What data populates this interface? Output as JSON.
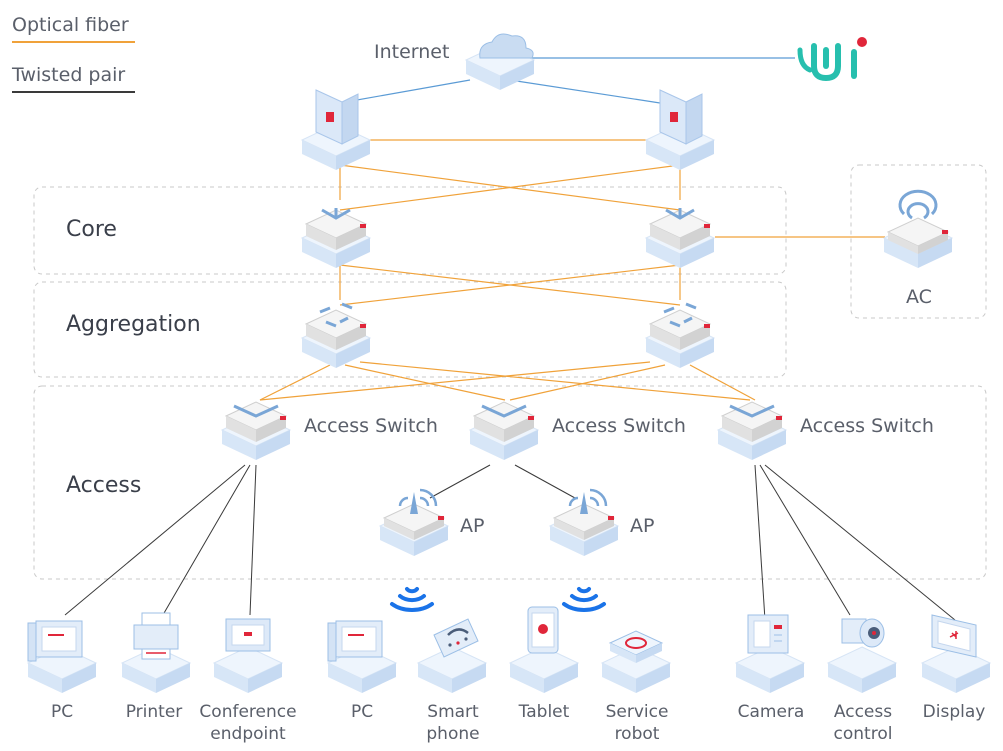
{
  "legend": {
    "optical": "Optical fiber",
    "twisted": "Twisted pair"
  },
  "colors": {
    "optical": "#f0a23a",
    "twisted": "#3a3a3a",
    "internet_link": "#5b9bd5",
    "device_top": "#e6f0fb",
    "device_side": "#cfe0f4",
    "accent_red": "#e0263a",
    "wifi_blue": "#1a73e8",
    "dashed_box": "#c8c8c8",
    "logo_teal": "#27bfae"
  },
  "tiers": {
    "core": "Core",
    "aggregation": "Aggregation",
    "access": "Access"
  },
  "nodes": {
    "internet": "Internet",
    "ac": "AC",
    "access_switch_1": "Access Switch",
    "access_switch_2": "Access Switch",
    "access_switch_3": "Access Switch",
    "ap_1": "AP",
    "ap_2": "AP"
  },
  "endpoints": [
    {
      "line1": "PC",
      "line2": ""
    },
    {
      "line1": "Printer",
      "line2": ""
    },
    {
      "line1": "Conference",
      "line2": "endpoint"
    },
    {
      "line1": "PC",
      "line2": ""
    },
    {
      "line1": "Smart",
      "line2": "phone"
    },
    {
      "line1": "Tablet",
      "line2": ""
    },
    {
      "line1": "Service",
      "line2": "robot"
    },
    {
      "line1": "Camera",
      "line2": ""
    },
    {
      "line1": "Access",
      "line2": "control"
    },
    {
      "line1": "Display",
      "line2": ""
    }
  ]
}
